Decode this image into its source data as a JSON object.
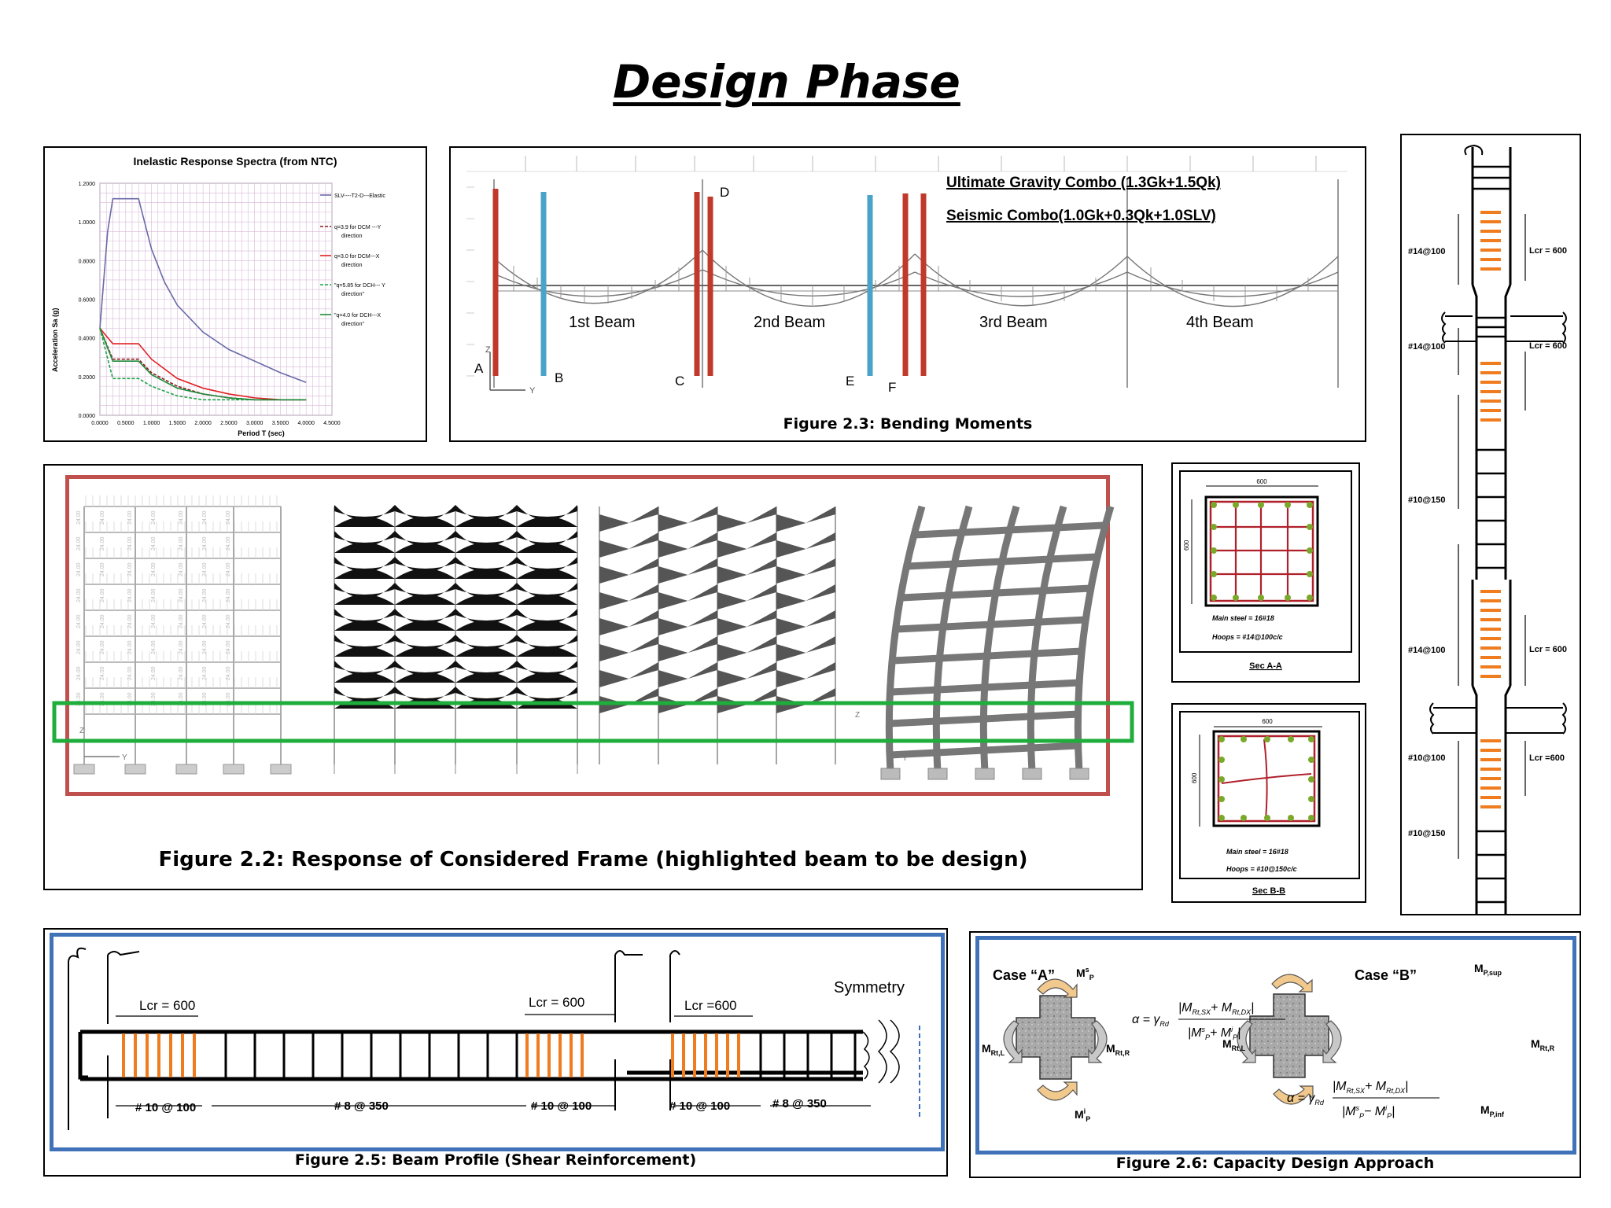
{
  "page": {
    "title": "Design Phase"
  },
  "spectra": {
    "title": "Inelastic Response Spectra (from NTC)",
    "ylabel": "Acceleration Sa (g)",
    "xlabel": "Period T (sec)",
    "yticks": [
      "1.2000",
      "1.0000",
      "0.8000",
      "0.6000",
      "0.4000",
      "0.2000",
      "0.0000"
    ],
    "xticks": [
      "0.0000",
      "0.5000",
      "1.0000",
      "1.5000",
      "2.0000",
      "2.5000",
      "3.0000",
      "3.5000",
      "4.0000",
      "4.5000"
    ],
    "legend": [
      {
        "text1": "SLV----T2-D---Elastic",
        "text2": "",
        "color": "#6a6aa8",
        "dash": ""
      },
      {
        "text1": "q=3.9 for DCM ---Y",
        "text2": "direction",
        "color": "#8b1a1a",
        "dash": "4,2"
      },
      {
        "text1": "q=3.0 for DCM---X",
        "text2": "direction",
        "color": "#e02020",
        "dash": ""
      },
      {
        "text1": "\"q=5.85 for DCH--- Y",
        "text2": "direction\"",
        "color": "#1fa34a",
        "dash": "4,2"
      },
      {
        "text1": "\"q=4.0 for DCH---X",
        "text2": "direction\"",
        "color": "#1f8a3a",
        "dash": ""
      }
    ]
  },
  "chart_data": {
    "type": "line",
    "title": "Inelastic Response Spectra (from NTC)",
    "xlabel": "Period T (sec)",
    "ylabel": "Acceleration Sa (g)",
    "xlim": [
      0,
      4.5
    ],
    "ylim": [
      0,
      1.2
    ],
    "grid": true,
    "legend_position": "right",
    "series": [
      {
        "name": "SLV----T2-D---Elastic",
        "x": [
          0,
          0.15,
          0.25,
          0.5,
          0.75,
          1.0,
          1.25,
          1.5,
          2.0,
          2.5,
          3.0,
          3.5,
          4.0
        ],
        "y": [
          0.45,
          0.95,
          1.12,
          1.12,
          1.12,
          0.86,
          0.69,
          0.57,
          0.43,
          0.34,
          0.28,
          0.22,
          0.17
        ]
      },
      {
        "name": "q=3.9 for DCM ---Y direction",
        "x": [
          0,
          0.25,
          0.75,
          1.0,
          1.5,
          2.0,
          2.5,
          3.0,
          3.5,
          4.0
        ],
        "y": [
          0.45,
          0.29,
          0.29,
          0.22,
          0.15,
          0.11,
          0.09,
          0.08,
          0.08,
          0.08
        ]
      },
      {
        "name": "q=3.0 for DCM---X direction",
        "x": [
          0,
          0.25,
          0.75,
          1.0,
          1.5,
          2.0,
          2.5,
          3.0,
          3.5,
          4.0
        ],
        "y": [
          0.45,
          0.37,
          0.37,
          0.29,
          0.19,
          0.14,
          0.11,
          0.09,
          0.08,
          0.08
        ]
      },
      {
        "name": "q=5.85 for DCH--- Y direction",
        "x": [
          0,
          0.25,
          0.75,
          1.0,
          1.5,
          2.0,
          2.5,
          3.0,
          3.5,
          4.0
        ],
        "y": [
          0.45,
          0.19,
          0.19,
          0.15,
          0.1,
          0.08,
          0.08,
          0.08,
          0.08,
          0.08
        ]
      },
      {
        "name": "q=4.0 for DCH---X direction",
        "x": [
          0,
          0.25,
          0.75,
          1.0,
          1.5,
          2.0,
          2.5,
          3.0,
          3.5,
          4.0
        ],
        "y": [
          0.45,
          0.28,
          0.28,
          0.21,
          0.14,
          0.11,
          0.09,
          0.08,
          0.08,
          0.08
        ]
      }
    ]
  },
  "bending": {
    "caption": "Figure 2.3: Bending Moments",
    "combo1": "Ultimate Gravity Combo (1.3Gk+1.5Qk)",
    "combo2": "Seismic Combo(1.0Gk+0.3Qk+1.0SLV)",
    "beams": [
      "1st Beam",
      "2nd Beam",
      "3rd Beam",
      "4th Beam"
    ],
    "letters": [
      "A",
      "B",
      "C",
      "D",
      "E",
      "F"
    ],
    "axis_z": "Z",
    "axis_y": "Y"
  },
  "frame": {
    "caption": "Figure 2.2: Response of Considered Frame (highlighted beam to be design)",
    "load_label": "24.00",
    "axis_z": "Z",
    "axis_y": "Y"
  },
  "sectionA": {
    "width": "600",
    "height": "600",
    "main": "Main steel = 16#18",
    "hoops": "Hoops = #14@100c/c",
    "title": "Sec A-A"
  },
  "sectionB": {
    "width": "600",
    "height": "600",
    "main": "Main steel = 16#18",
    "hoops": "Hoops = #10@150c/c",
    "title": "Sec B-B"
  },
  "column": {
    "labels_left": [
      "#14@100",
      "#14@100",
      "#10@150",
      "#14@100",
      "#10@100",
      "#10@150"
    ],
    "labels_right": [
      "Lcr = 600",
      "Lcr = 600",
      "Lcr = 600",
      "Lcr =600"
    ]
  },
  "beamProfile": {
    "caption": "Figure 2.5: Beam Profile (Shear Reinforcement)",
    "symmetry": "Symmetry",
    "lcr": [
      "Lcr = 600",
      "Lcr = 600",
      "Lcr =600"
    ],
    "spacing": [
      "# 10 @ 100",
      "# 8 @ 350",
      "# 10 @ 100",
      "# 10 @ 100",
      "# 8 @ 350"
    ]
  },
  "capacity": {
    "caption": "Figure 2.6: Capacity Design Approach",
    "caseA": "Case “A”",
    "caseB": "Case “B”",
    "alpha": "α = γ",
    "rd": "Rd",
    "numer": "|M",
    "numer_sub1": "Rt,SX",
    "plus_m": "+ M",
    "numer_sub2": "Rt,DX",
    "bar": "|",
    "denA_1": "|M",
    "denA_sup1": "s",
    "denA_sub1": "P",
    "denA_op": "+ M",
    "denA_sup2": "i",
    "denA_sub2": "P",
    "denB_op": "− M",
    "m_letter": "M",
    "mp_sup_s": "s",
    "mp_sup_i": "i",
    "sub_p": "P",
    "sub_rtl": "Rt,L",
    "sub_rtr": "Rt,R",
    "sub_psup": "P,sup",
    "sub_pinf": "P,inf"
  },
  "colors": {
    "red": "#c0392b",
    "blue": "#4aa3c8",
    "green": "#1fad3c",
    "orange": "#f07c20",
    "frameBorder": "#c0504d",
    "blueBorder": "#3f72b8"
  }
}
